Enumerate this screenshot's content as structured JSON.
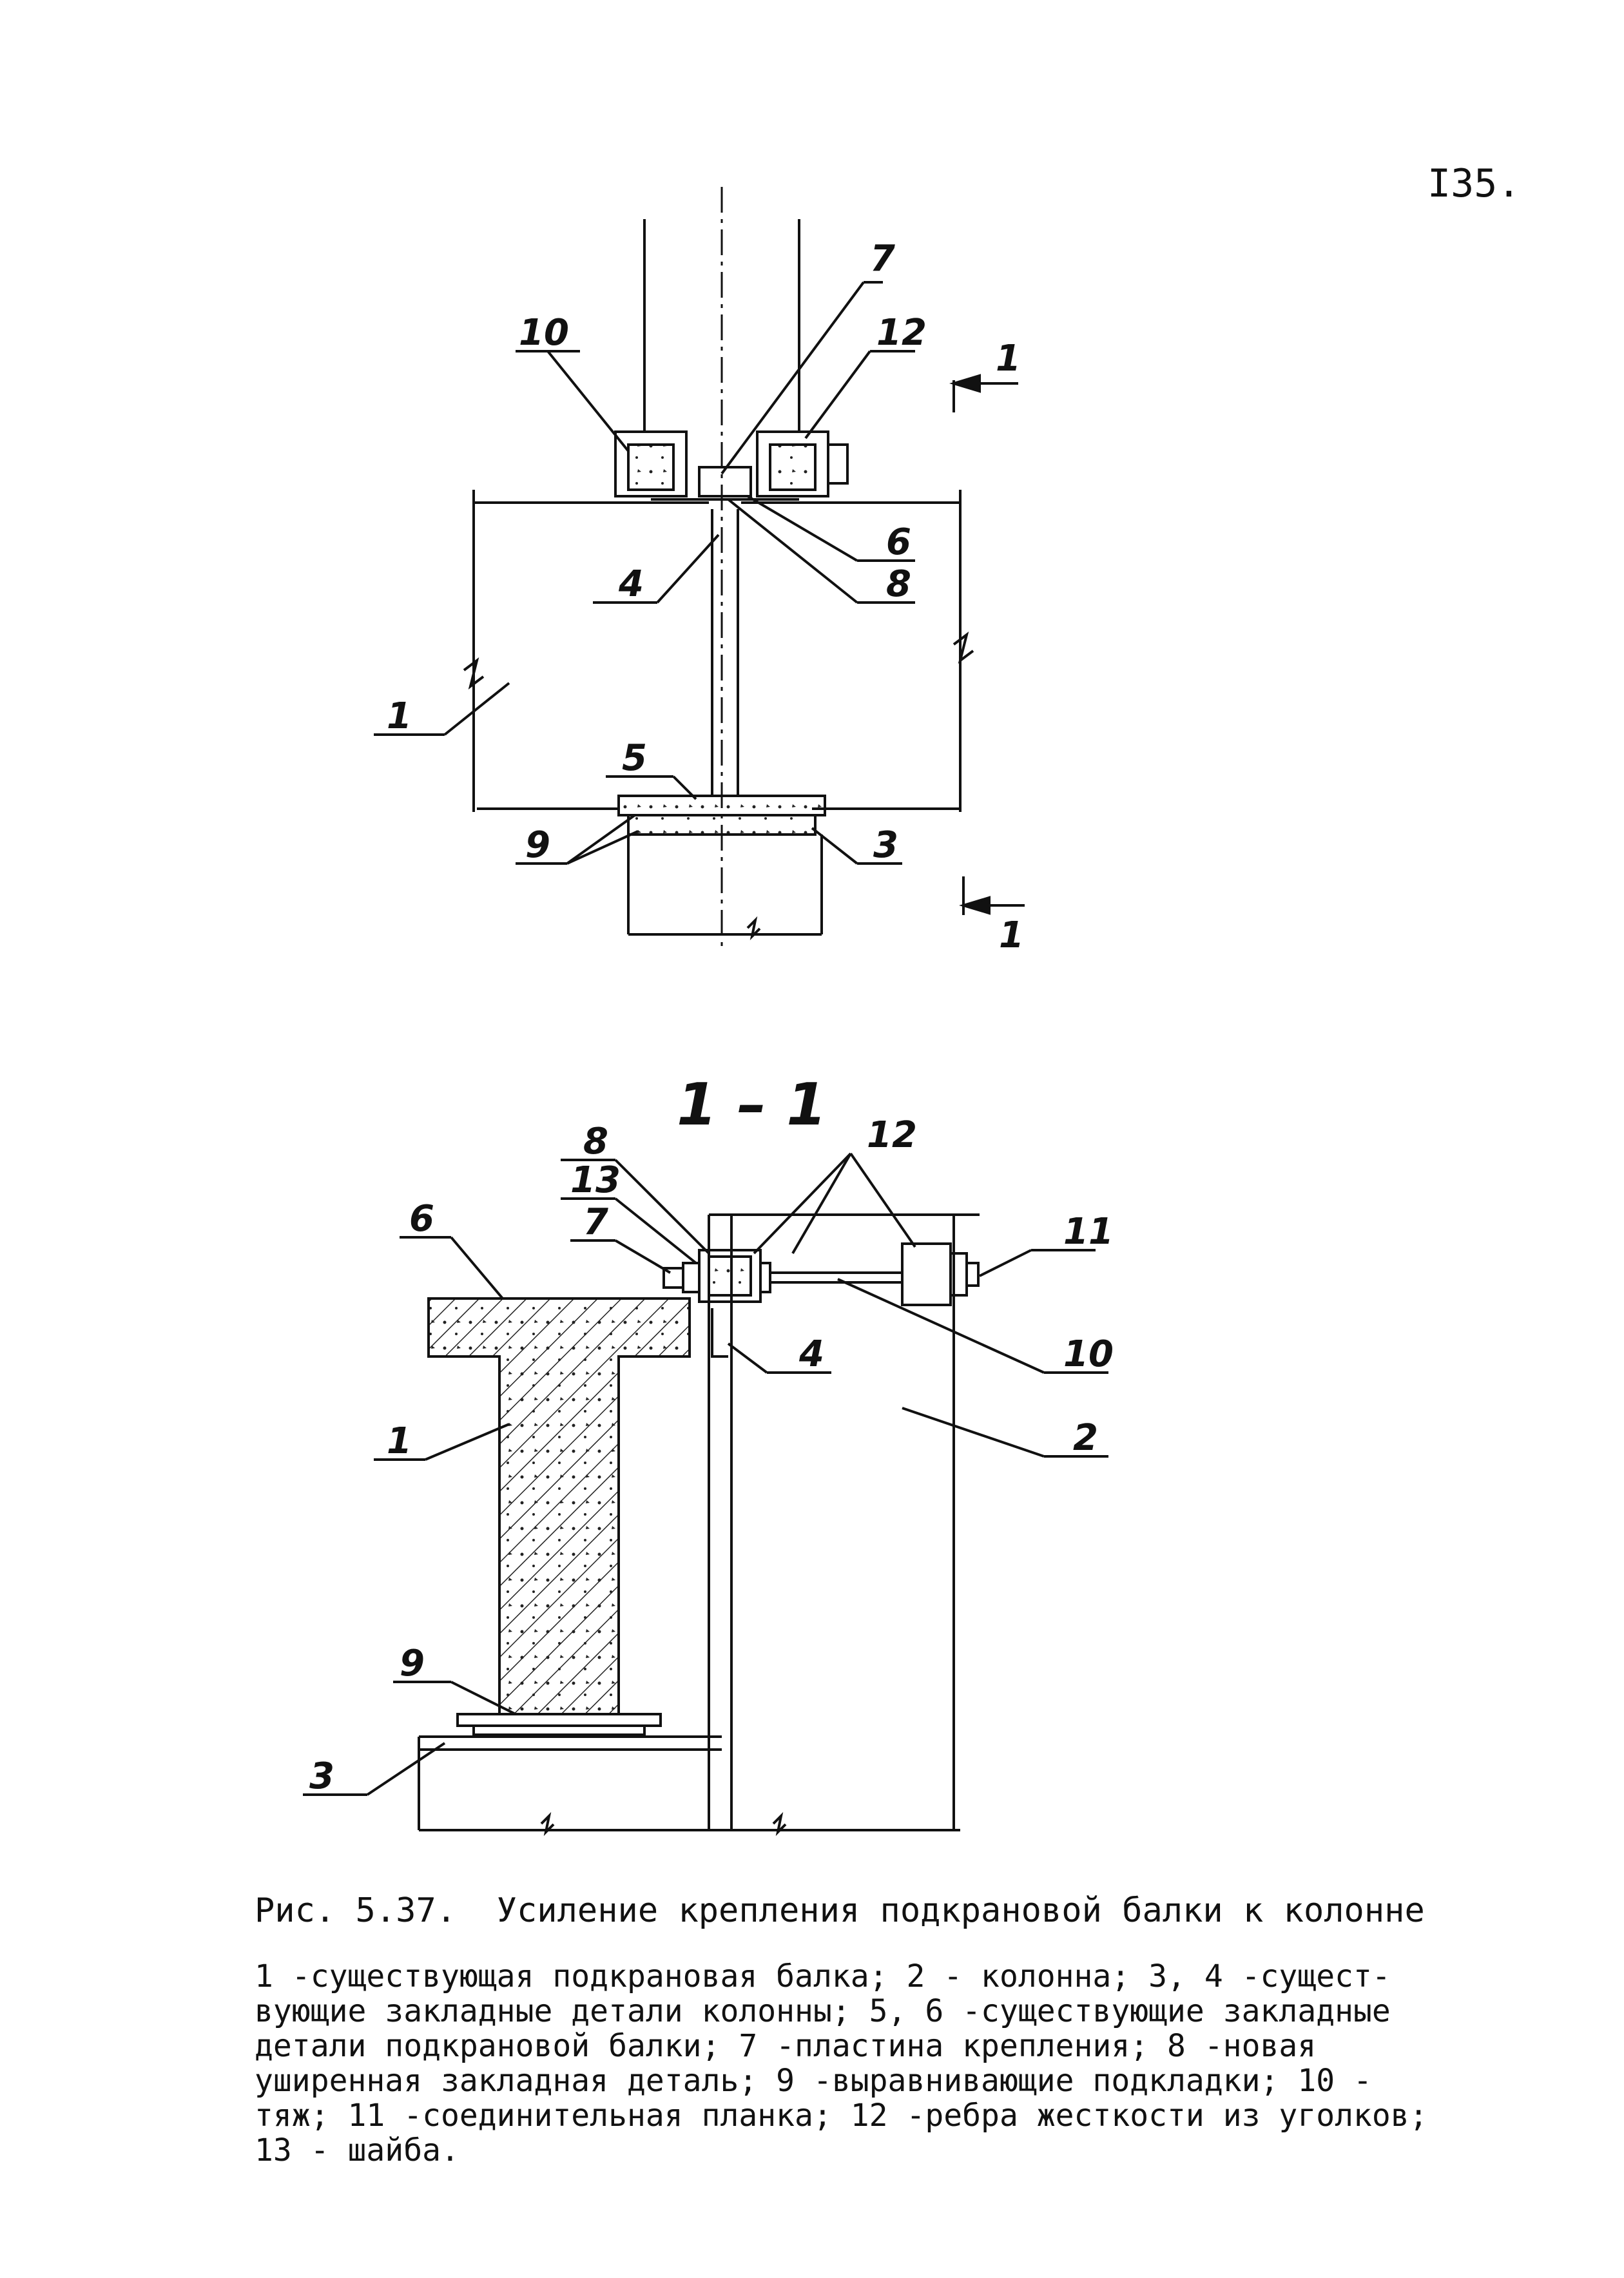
{
  "page_number": "I35.",
  "figure": {
    "section_title": "1 – 1",
    "labels_top": [
      "7",
      "10",
      "12",
      "1",
      "6",
      "4",
      "8",
      "1",
      "5",
      "9",
      "3",
      "1"
    ],
    "labels_bottom": [
      "8",
      "13",
      "12",
      "6",
      "7",
      "11",
      "4",
      "10",
      "1",
      "2",
      "9",
      "3"
    ]
  },
  "caption": "Рис. 5.37.  Усиление крепления подкрановой балки к колонне",
  "legend": "1 -существующая подкрановая балка; 2 - колонна; 3, 4 -сущест-\nвующие закладные детали колонны; 5, 6 -существующие закладные\nдетали подкрановой балки; 7 -пластина крепления; 8 -новая\nуширенная закладная деталь; 9 -выравнивающие подкладки; 10 -\nтяж; 11 -соединительная планка; 12 -ребра жесткости из уголков;\n13 - шайба."
}
